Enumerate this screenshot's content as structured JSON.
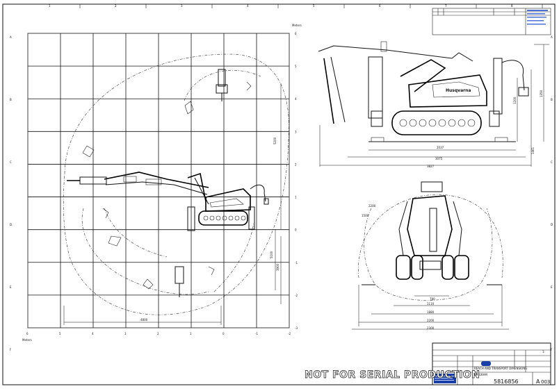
{
  "frame": {
    "top_columns": [
      "1",
      "2",
      "3",
      "4",
      "5",
      "6",
      "7",
      "8"
    ],
    "side_rows": [
      "A",
      "B",
      "C",
      "D",
      "E",
      "F"
    ]
  },
  "axes": {
    "units_label_top": "Meters",
    "units_label_bottom": "Meters",
    "y_ticks": [
      "6",
      "5",
      "4",
      "3",
      "2",
      "1",
      "0",
      "-1",
      "-2",
      "-3"
    ],
    "x_ticks": [
      "6",
      "5",
      "4",
      "3",
      "2",
      "1",
      "0",
      "-1",
      "-2"
    ]
  },
  "side_view_dims": {
    "max_reach_vertical": "5200",
    "height_a": "5100",
    "height_b": "3900",
    "horizontal_reach": "4800"
  },
  "transport_view_dims": {
    "length_track": "2037",
    "length_body": "3075",
    "length_total": "3827",
    "height_cab": "1200",
    "height_total": "1350",
    "ground_clear": "1461"
  },
  "front_view_dims": {
    "outrigger_upper": "2200",
    "outrigger_lower": "1500",
    "track_width": "780",
    "width_a": "1110",
    "width_b": "1880",
    "width_c": "2200",
    "width_d": "2300"
  },
  "brand": {
    "name": "Husqvarna"
  },
  "title_block": {
    "title_line1": "REACH AND TRANSPORT DIMENSIONS",
    "title_line2": "DIAGRAM",
    "drawing_number": "5816856",
    "sheet_code": "A",
    "revision": "003",
    "scale_note": "1:"
  },
  "watermark": {
    "text": "NOT FOR SERIAL PRODUCTION"
  }
}
